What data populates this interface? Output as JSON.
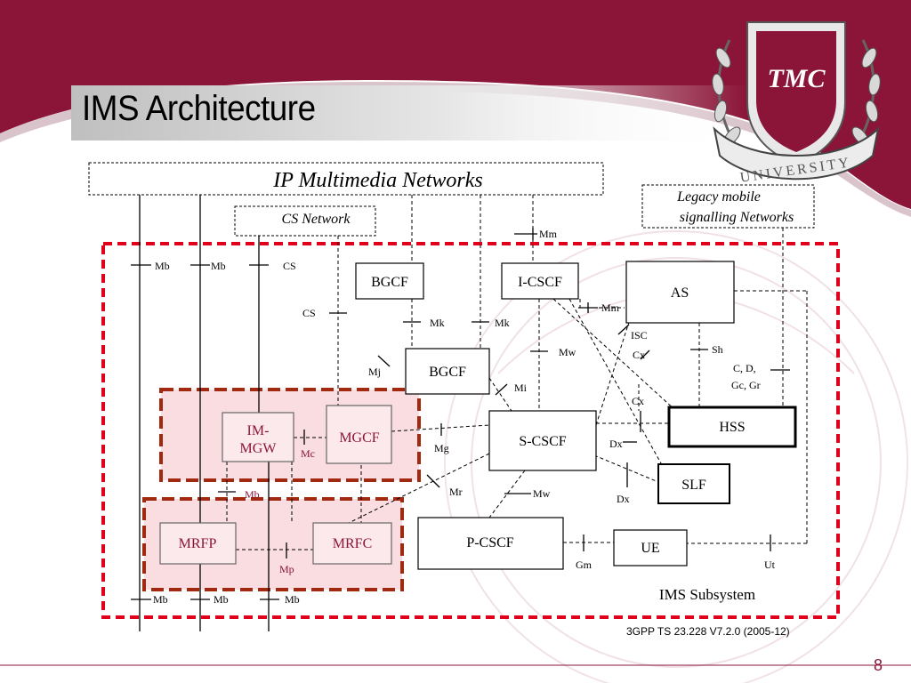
{
  "slide": {
    "title": "IMS Architecture",
    "citation": "3GPP TS 23.228 V7.2.0 (2005-12)",
    "page_number": "8",
    "logo": {
      "brand": "TMC",
      "subtitle": "UNIVERSITY"
    }
  },
  "colors": {
    "brand": "#8b1538",
    "dash_red": "#e0001b",
    "dash_brown": "#a0290f",
    "pink_fill": "#f9dde0"
  },
  "diagram": {
    "regions": {
      "ip_multimedia": "IP Multimedia Networks",
      "legacy_mobile_line1": "Legacy mobile",
      "legacy_mobile_line2": "signalling Networks",
      "cs_network": "CS Network",
      "ims_subsystem": "IMS Subsystem"
    },
    "nodes": {
      "bgcf_top": "BGCF",
      "icscf": "I-CSCF",
      "as": "AS",
      "bgcf": "BGCF",
      "scscf": "S-CSCF",
      "hss": "HSS",
      "slf": "SLF",
      "pcscf": "P-CSCF",
      "ue": "UE",
      "im_mgw_line1": "IM-",
      "im_mgw_line2": "MGW",
      "mgcf": "MGCF",
      "mrfp": "MRFP",
      "mrfc": "MRFC"
    },
    "interfaces": {
      "mm_top": "Mm",
      "mb1": "Mb",
      "mb2": "Mb",
      "cs_top": "CS",
      "cs_left": "CS",
      "mk1": "Mk",
      "mk2": "Mk",
      "mm_right": "Mm",
      "isc": "ISC",
      "mw1": "Mw",
      "cx1": "Cx",
      "sh": "Sh",
      "cdgcgr_line1": "C, D,",
      "cdgcgr_line2": "Gc, Gr",
      "mj": "Mj",
      "mi": "Mi",
      "cx2": "Cx",
      "dx1": "Dx",
      "mg": "Mg",
      "mc": "Mc",
      "mr": "Mr",
      "mw2": "Mw",
      "dx2": "Dx",
      "mb_mid": "Mb",
      "mp": "Mp",
      "gm": "Gm",
      "ut": "Ut",
      "mb_b1": "Mb",
      "mb_b2": "Mb",
      "mb_b3": "Mb"
    }
  }
}
